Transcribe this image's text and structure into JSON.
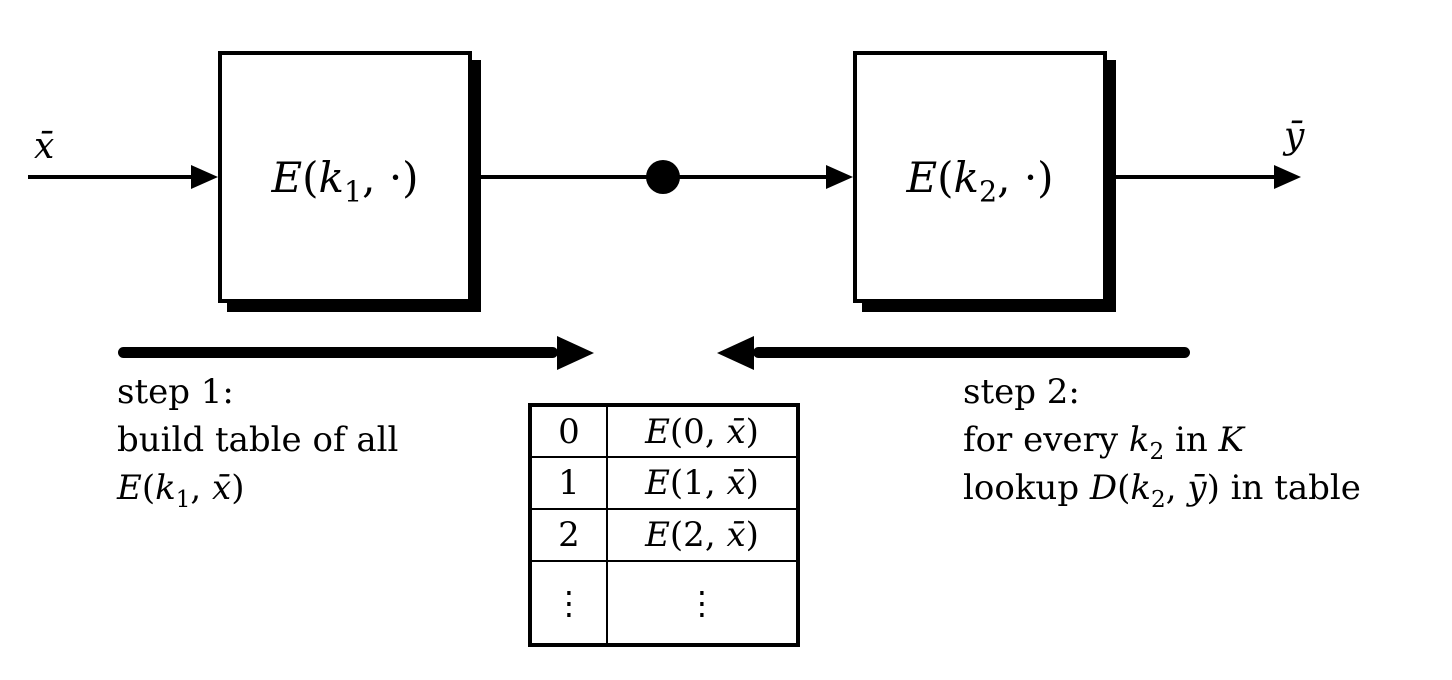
{
  "pipeline": {
    "input_label_html": "<i>x̄</i>",
    "output_label_html": "<i>ȳ</i>",
    "box1_label_html": "<i>E</i>(<i>k</i><sub>1</sub>, ·)",
    "box2_label_html": "<i>E</i>(<i>k</i><sub>2</sub>, ·)"
  },
  "step1": {
    "line1": "step 1:",
    "line2": "build table of all",
    "line3_html": "<i>E</i>(<i>k</i><sub>1</sub>, <i>x̄</i>)"
  },
  "step2": {
    "line1": "step 2:",
    "line2_html": "for every <i>k</i><sub>2</sub> in <i class=\"cal\">K</i>",
    "line3_html": "lookup <i>D</i>(<i>k</i><sub>2</sub>, <i>ȳ</i>) in table"
  },
  "table": {
    "rows": [
      {
        "key": "0",
        "value_html": "<i>E</i>(0, <i>x̄</i>)"
      },
      {
        "key": "1",
        "value_html": "<i>E</i>(1, <i>x̄</i>)"
      },
      {
        "key": "2",
        "value_html": "<i>E</i>(2, <i>x̄</i>)"
      },
      {
        "key": "⋮",
        "value_html": "⋮"
      }
    ]
  },
  "colors": {
    "ink": "#000000",
    "background": "#ffffff"
  }
}
